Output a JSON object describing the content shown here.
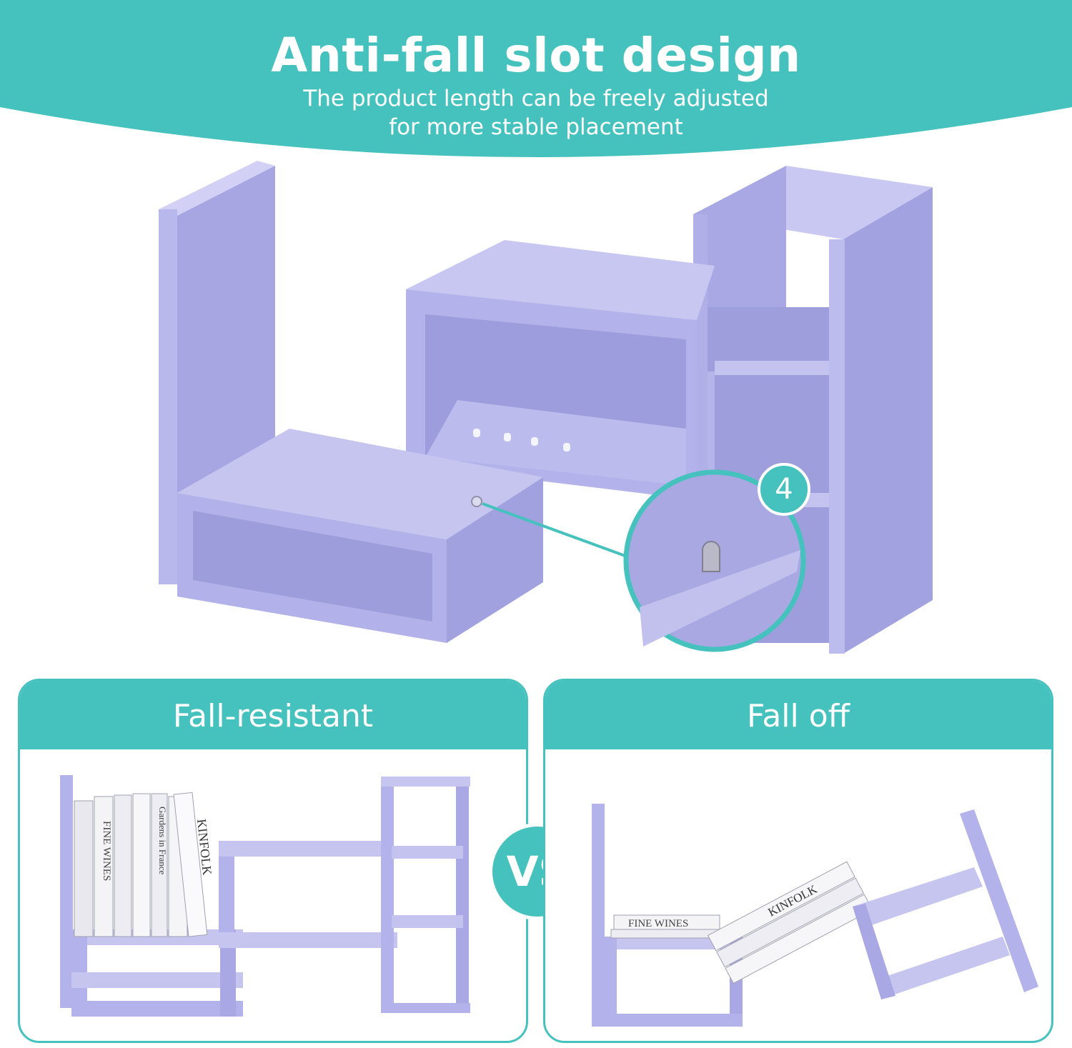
{
  "header": {
    "title": "Anti-fall slot design",
    "subtitle_line1": "The product length can be freely adjusted",
    "subtitle_line2": "for more stable placement"
  },
  "callout": {
    "number": "4"
  },
  "comparison": {
    "left_label": "Fall-resistant",
    "vs_label": "VS",
    "right_label": "Fall off"
  },
  "books": {
    "spine_left_1": "FINE WINES",
    "spine_left_2": "KINFOLK",
    "spine_left_3": "Gardens in France",
    "spine_right_1": "FINE WINES",
    "spine_right_2": "KINFOLK"
  },
  "colors": {
    "teal": "#45c2bd",
    "shelf_front": "#b3b3ea",
    "shelf_top": "#c5c4f0",
    "shelf_dark": "#9898d9"
  }
}
